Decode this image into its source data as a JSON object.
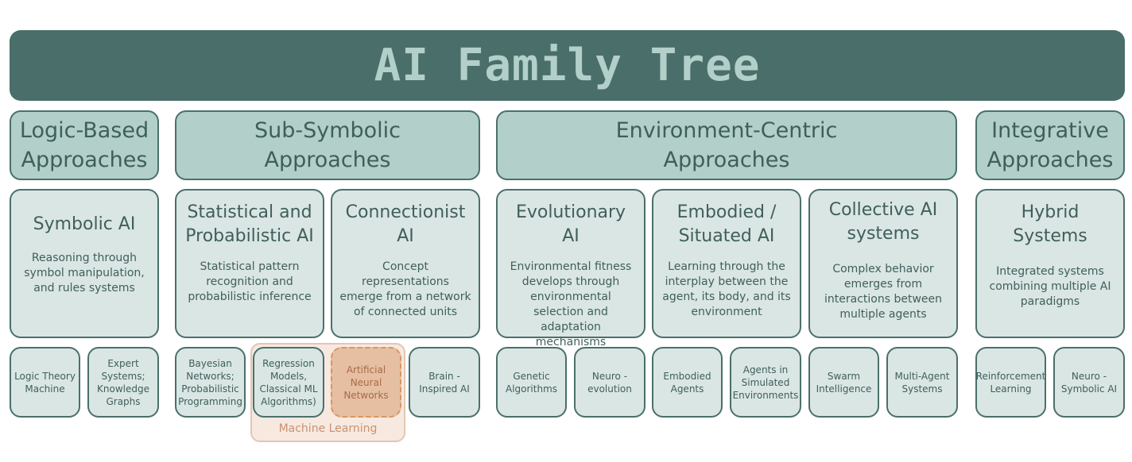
{
  "title": "AI Family Tree",
  "categories": [
    {
      "name": "Logic-Based\nApproaches"
    },
    {
      "name": "Sub-Symbolic\nApproaches"
    },
    {
      "name": "Environment-Centric\nApproaches"
    },
    {
      "name": "Integrative\nApproaches"
    }
  ],
  "paradigms": [
    {
      "name": "Symbolic AI",
      "desc": "Reasoning through symbol manipulation, and rules systems"
    },
    {
      "name": "Statistical and Probabilistic AI",
      "desc": "Statistical pattern recognition and probabilistic inference"
    },
    {
      "name": "Connectionist\nAI",
      "desc": "Concept representations emerge from a network of connected units"
    },
    {
      "name": "Evolutionary\nAI",
      "desc": "Environmental fitness develops through environmental selection and adaptation mechanisms"
    },
    {
      "name": "Embodied /\nSituated AI",
      "desc": "Learning through the interplay between the agent, its body, and its environment"
    },
    {
      "name": "Collective AI\nsystems",
      "desc": "Complex behavior emerges from interactions between multiple agents"
    },
    {
      "name": "Hybrid\nSystems",
      "desc": "Integrated systems combining multiple AI paradigms"
    }
  ],
  "leaves": [
    "Logic Theory\nMachine",
    "Expert\nSystems;\nKnowledge\nGraphs",
    "Bayesian\nNetworks;\nProbabilistic\nProgramming",
    "Regression\nModels,\nClassical ML\nAlgorithms)",
    "Artificial\nNeural\nNetworks",
    "Brain -\nInspired AI",
    "Genetic\nAlgorithms",
    "Neuro -\nevolution",
    "Embodied\nAgents",
    "Agents in\nSimulated\nEnvironments",
    "Swarm\nIntelligence",
    "Multi-Agent\nSystems",
    "Reinforcement\nLearning",
    "Neuro -\nSymbolic AI"
  ],
  "ml_group_label": "Machine Learning",
  "colors": {
    "title_bg": "#4a6e69",
    "title_text": "#b2cfca",
    "category_bg": "#b2cfca",
    "box_bg": "#dae6e4",
    "border": "#4a706b",
    "ml_group_bg": "#f7e9e0",
    "ml_highlight": "#e6bfa3",
    "ml_label": "#c89270"
  }
}
